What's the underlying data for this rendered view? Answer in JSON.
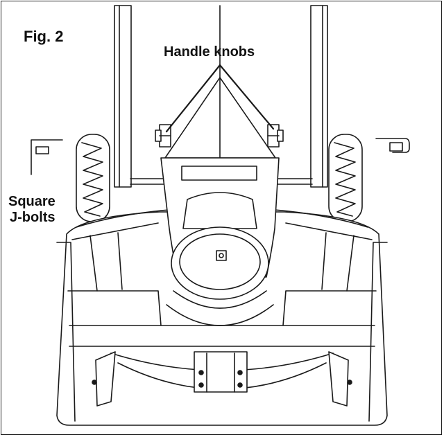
{
  "figure": {
    "number_label": "Fig. 2",
    "callouts": {
      "handle_knobs": "Handle knobs",
      "square_jbolts_line1": "Square",
      "square_jbolts_line2": "J-bolts"
    }
  }
}
